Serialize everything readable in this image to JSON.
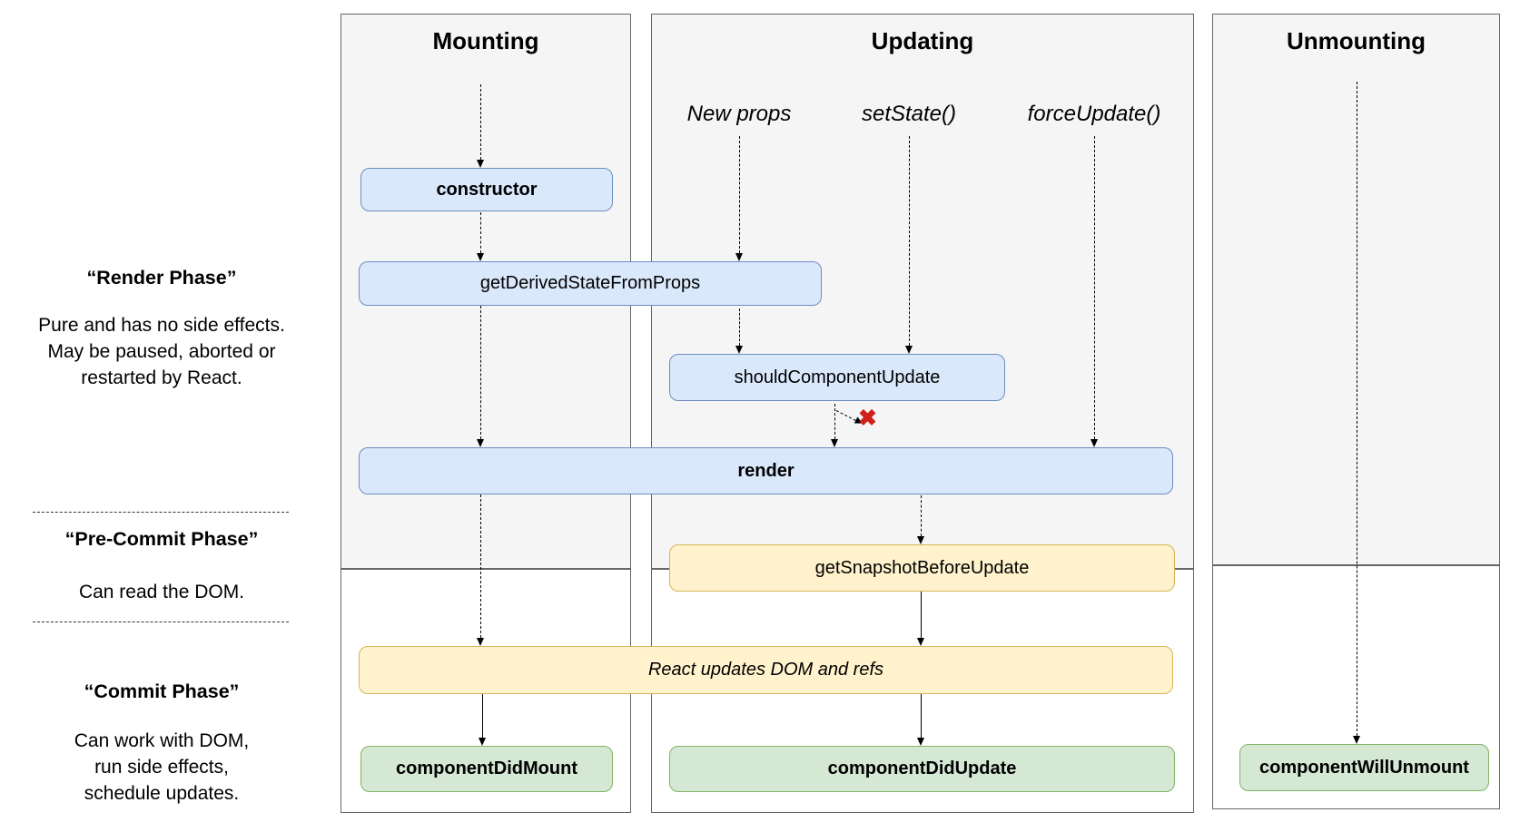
{
  "columns": {
    "mounting": {
      "title": "Mounting"
    },
    "updating": {
      "title": "Updating",
      "triggers": {
        "new_props": "New props",
        "set_state": "setState()",
        "force_update": "forceUpdate()"
      }
    },
    "unmounting": {
      "title": "Unmounting"
    }
  },
  "phase_labels": {
    "render": {
      "title": "“Render Phase”",
      "description": "Pure and has no side effects.\nMay be paused, aborted or\nrestarted by React."
    },
    "pre_commit": {
      "title": "“Pre-Commit Phase”",
      "description": "Can read the DOM."
    },
    "commit": {
      "title": "“Commit Phase”",
      "description": "Can work with DOM,\nrun side effects,\nschedule updates."
    }
  },
  "boxes": {
    "constructor": {
      "label": "constructor"
    },
    "get_derived_state_from_props": {
      "label": "getDerivedStateFromProps"
    },
    "should_component_update": {
      "label": "shouldComponentUpdate"
    },
    "render": {
      "label": "render"
    },
    "get_snapshot_before_update": {
      "label": "getSnapshotBeforeUpdate"
    },
    "react_updates_dom": {
      "label": "React updates DOM and refs"
    },
    "component_did_mount": {
      "label": "componentDidMount"
    },
    "component_did_update": {
      "label": "componentDidUpdate"
    },
    "component_will_unmount": {
      "label": "componentWillUnmount"
    }
  },
  "icons": {
    "reject_x": "✖"
  },
  "colors": {
    "node_blue_fill": "#dae8fc",
    "node_blue_border": "#6c8ebf",
    "node_yellow_fill": "#fff2cc",
    "node_yellow_border": "#d6b656",
    "node_green_fill": "#d5e8d4",
    "node_green_border": "#82b366",
    "panel_fill": "#f5f5f5",
    "panel_border": "#666666",
    "reject_x_color": "#cc2219"
  }
}
